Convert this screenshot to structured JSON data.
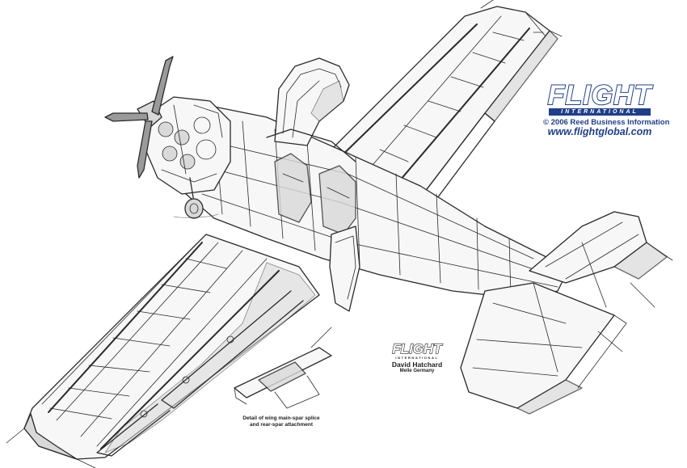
{
  "brand": {
    "logo": "FLIGHT",
    "subtitle": "INTERNATIONAL",
    "copyright": "© 2006 Reed Business Information",
    "url": "www.flightglobal.com",
    "color": "#1f3f8a"
  },
  "credit": {
    "logo": "FLIGHT",
    "subtitle": "INTERNATIONAL",
    "artist": "David Hatchard",
    "location": "Melle Germany"
  },
  "detail_caption": {
    "line1": "Detail of wing main-spar splice",
    "line2": "and rear-spar attachment"
  },
  "colors": {
    "ink": "#2a2a2a",
    "shade": "#d9d9d9",
    "background": "#ffffff"
  }
}
